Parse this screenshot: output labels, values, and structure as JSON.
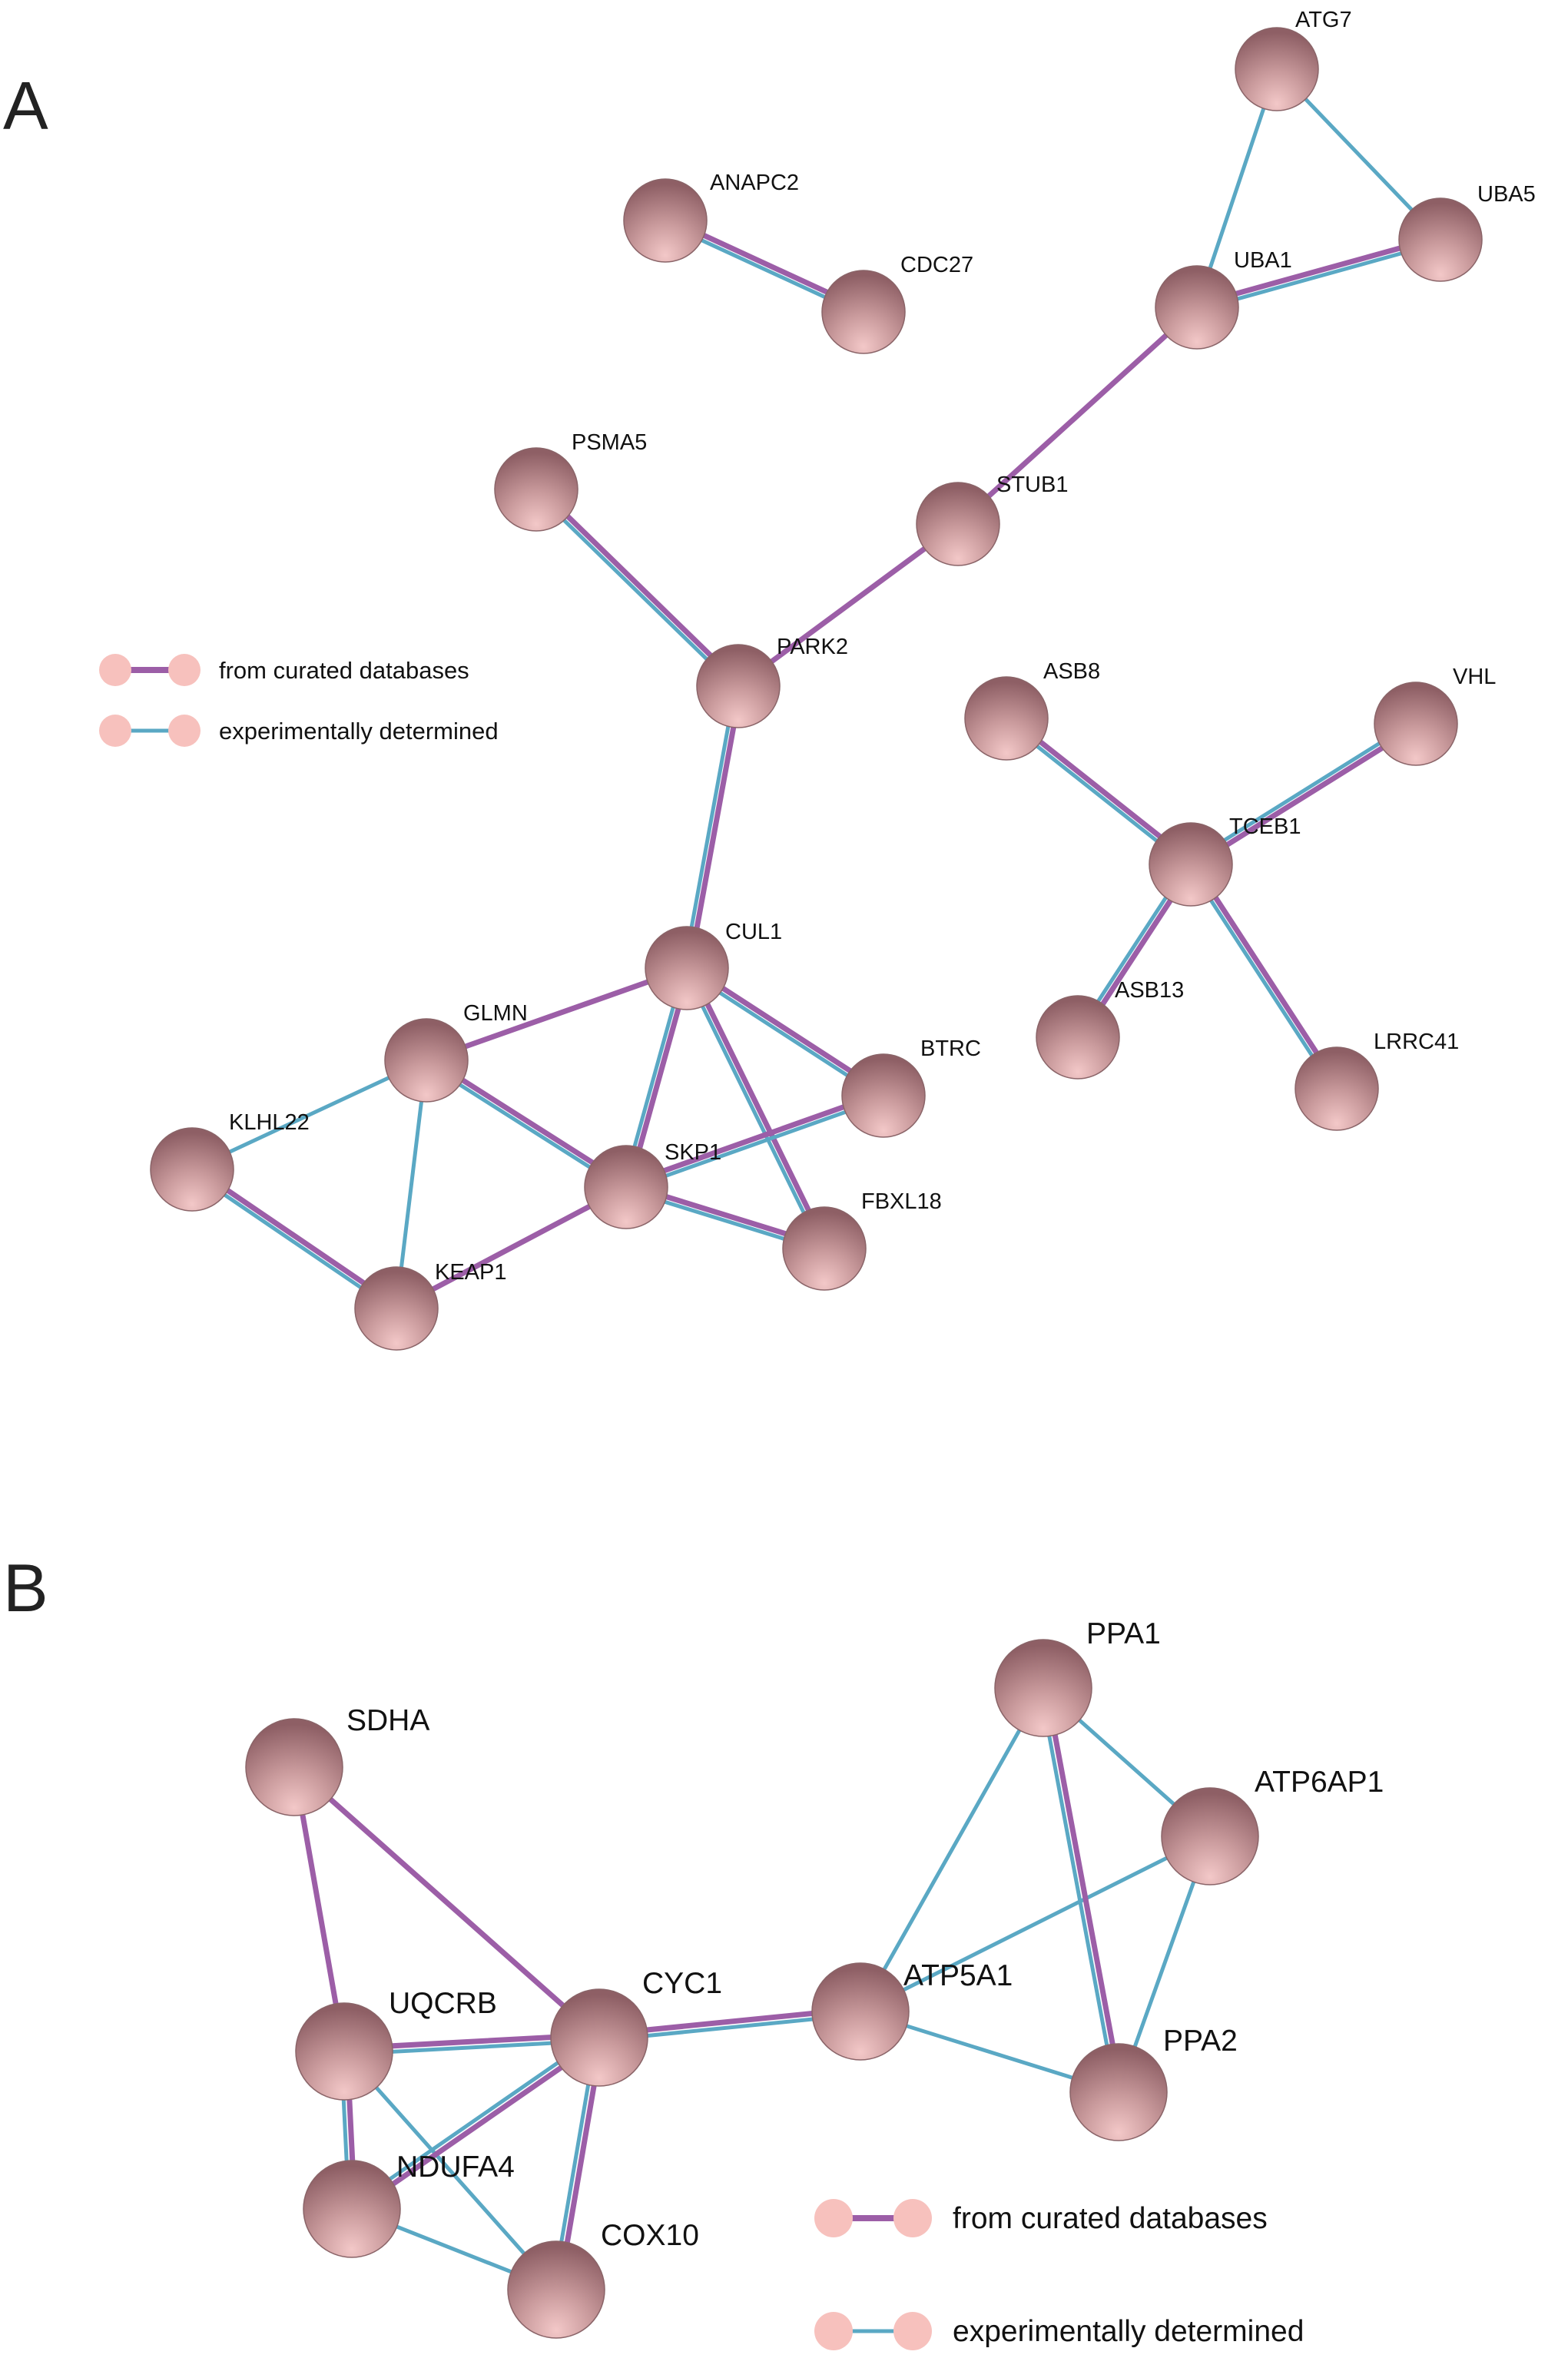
{
  "colors": {
    "curated": "#9c5ea7",
    "experimental": "#5aa8c4",
    "node_dark": "#8e5f65",
    "node_mid": "#b88d90",
    "node_light": "#f3c8c8",
    "legend_dot": "#f7c1bd"
  },
  "panels": [
    {
      "letter": "A",
      "legend": {
        "curated_label": "from curated databases",
        "experimental_label": "experimentally determined"
      },
      "nodes": [
        {
          "id": "ATG7",
          "label": "ATG7"
        },
        {
          "id": "UBA5",
          "label": "UBA5"
        },
        {
          "id": "UBA1",
          "label": "UBA1"
        },
        {
          "id": "ANAPC2",
          "label": "ANAPC2"
        },
        {
          "id": "CDC27",
          "label": "CDC27"
        },
        {
          "id": "PSMA5",
          "label": "PSMA5"
        },
        {
          "id": "STUB1",
          "label": "STUB1"
        },
        {
          "id": "PARK2",
          "label": "PARK2"
        },
        {
          "id": "ASB8",
          "label": "ASB8"
        },
        {
          "id": "VHL",
          "label": "VHL"
        },
        {
          "id": "TCEB1",
          "label": "TCEB1"
        },
        {
          "id": "ASB13",
          "label": "ASB13"
        },
        {
          "id": "LRRC41",
          "label": "LRRC41"
        },
        {
          "id": "CUL1",
          "label": "CUL1"
        },
        {
          "id": "GLMN",
          "label": "GLMN"
        },
        {
          "id": "BTRC",
          "label": "BTRC"
        },
        {
          "id": "KLHL22",
          "label": "KLHL22"
        },
        {
          "id": "SKP1",
          "label": "SKP1"
        },
        {
          "id": "FBXL18",
          "label": "FBXL18"
        },
        {
          "id": "KEAP1",
          "label": "KEAP1"
        }
      ],
      "edges": [
        {
          "source": "ATG7",
          "target": "UBA1",
          "types": [
            "experimental"
          ]
        },
        {
          "source": "ATG7",
          "target": "UBA5",
          "types": [
            "experimental"
          ]
        },
        {
          "source": "UBA1",
          "target": "UBA5",
          "types": [
            "curated",
            "experimental"
          ]
        },
        {
          "source": "ANAPC2",
          "target": "CDC27",
          "types": [
            "curated",
            "experimental"
          ]
        },
        {
          "source": "UBA1",
          "target": "STUB1",
          "types": [
            "curated"
          ]
        },
        {
          "source": "STUB1",
          "target": "PARK2",
          "types": [
            "curated"
          ]
        },
        {
          "source": "PSMA5",
          "target": "PARK2",
          "types": [
            "curated",
            "experimental"
          ]
        },
        {
          "source": "PARK2",
          "target": "CUL1",
          "types": [
            "curated",
            "experimental"
          ]
        },
        {
          "source": "ASB8",
          "target": "TCEB1",
          "types": [
            "curated",
            "experimental"
          ]
        },
        {
          "source": "VHL",
          "target": "TCEB1",
          "types": [
            "curated",
            "experimental"
          ]
        },
        {
          "source": "TCEB1",
          "target": "ASB13",
          "types": [
            "curated",
            "experimental"
          ]
        },
        {
          "source": "TCEB1",
          "target": "LRRC41",
          "types": [
            "curated",
            "experimental"
          ]
        },
        {
          "source": "CUL1",
          "target": "GLMN",
          "types": [
            "curated"
          ]
        },
        {
          "source": "CUL1",
          "target": "BTRC",
          "types": [
            "curated",
            "experimental"
          ]
        },
        {
          "source": "CUL1",
          "target": "SKP1",
          "types": [
            "curated",
            "experimental"
          ]
        },
        {
          "source": "CUL1",
          "target": "FBXL18",
          "types": [
            "curated",
            "experimental"
          ]
        },
        {
          "source": "GLMN",
          "target": "KLHL22",
          "types": [
            "experimental"
          ]
        },
        {
          "source": "GLMN",
          "target": "KEAP1",
          "types": [
            "experimental"
          ]
        },
        {
          "source": "GLMN",
          "target": "SKP1",
          "types": [
            "curated",
            "experimental"
          ]
        },
        {
          "source": "KLHL22",
          "target": "KEAP1",
          "types": [
            "curated",
            "experimental"
          ]
        },
        {
          "source": "SKP1",
          "target": "BTRC",
          "types": [
            "curated",
            "experimental"
          ]
        },
        {
          "source": "SKP1",
          "target": "FBXL18",
          "types": [
            "curated",
            "experimental"
          ]
        },
        {
          "source": "SKP1",
          "target": "KEAP1",
          "types": [
            "curated"
          ]
        }
      ]
    },
    {
      "letter": "B",
      "legend": {
        "curated_label": "from curated databases",
        "experimental_label": "experimentally determined"
      },
      "nodes": [
        {
          "id": "PPA1",
          "label": "PPA1"
        },
        {
          "id": "SDHA",
          "label": "SDHA"
        },
        {
          "id": "ATP6AP1",
          "label": "ATP6AP1"
        },
        {
          "id": "ATP5A1",
          "label": "ATP5A1"
        },
        {
          "id": "UQCRB",
          "label": "UQCRB"
        },
        {
          "id": "CYC1",
          "label": "CYC1"
        },
        {
          "id": "PPA2",
          "label": "PPA2"
        },
        {
          "id": "NDUFA4",
          "label": "NDUFA4"
        },
        {
          "id": "COX10",
          "label": "COX10"
        }
      ],
      "edges": [
        {
          "source": "SDHA",
          "target": "UQCRB",
          "types": [
            "curated"
          ]
        },
        {
          "source": "SDHA",
          "target": "CYC1",
          "types": [
            "curated"
          ]
        },
        {
          "source": "UQCRB",
          "target": "CYC1",
          "types": [
            "curated",
            "experimental"
          ]
        },
        {
          "source": "UQCRB",
          "target": "NDUFA4",
          "types": [
            "curated",
            "experimental"
          ]
        },
        {
          "source": "UQCRB",
          "target": "COX10",
          "types": [
            "experimental"
          ]
        },
        {
          "source": "CYC1",
          "target": "NDUFA4",
          "types": [
            "curated",
            "experimental"
          ]
        },
        {
          "source": "CYC1",
          "target": "COX10",
          "types": [
            "curated",
            "experimental"
          ]
        },
        {
          "source": "NDUFA4",
          "target": "COX10",
          "types": [
            "experimental"
          ]
        },
        {
          "source": "CYC1",
          "target": "ATP5A1",
          "types": [
            "curated",
            "experimental"
          ]
        },
        {
          "source": "ATP5A1",
          "target": "PPA1",
          "types": [
            "experimental"
          ]
        },
        {
          "source": "ATP5A1",
          "target": "ATP6AP1",
          "types": [
            "experimental"
          ]
        },
        {
          "source": "ATP5A1",
          "target": "PPA2",
          "types": [
            "experimental"
          ]
        },
        {
          "source": "PPA1",
          "target": "ATP6AP1",
          "types": [
            "experimental"
          ]
        },
        {
          "source": "PPA1",
          "target": "PPA2",
          "types": [
            "curated",
            "experimental"
          ]
        },
        {
          "source": "ATP6AP1",
          "target": "PPA2",
          "types": [
            "experimental"
          ]
        }
      ]
    }
  ]
}
